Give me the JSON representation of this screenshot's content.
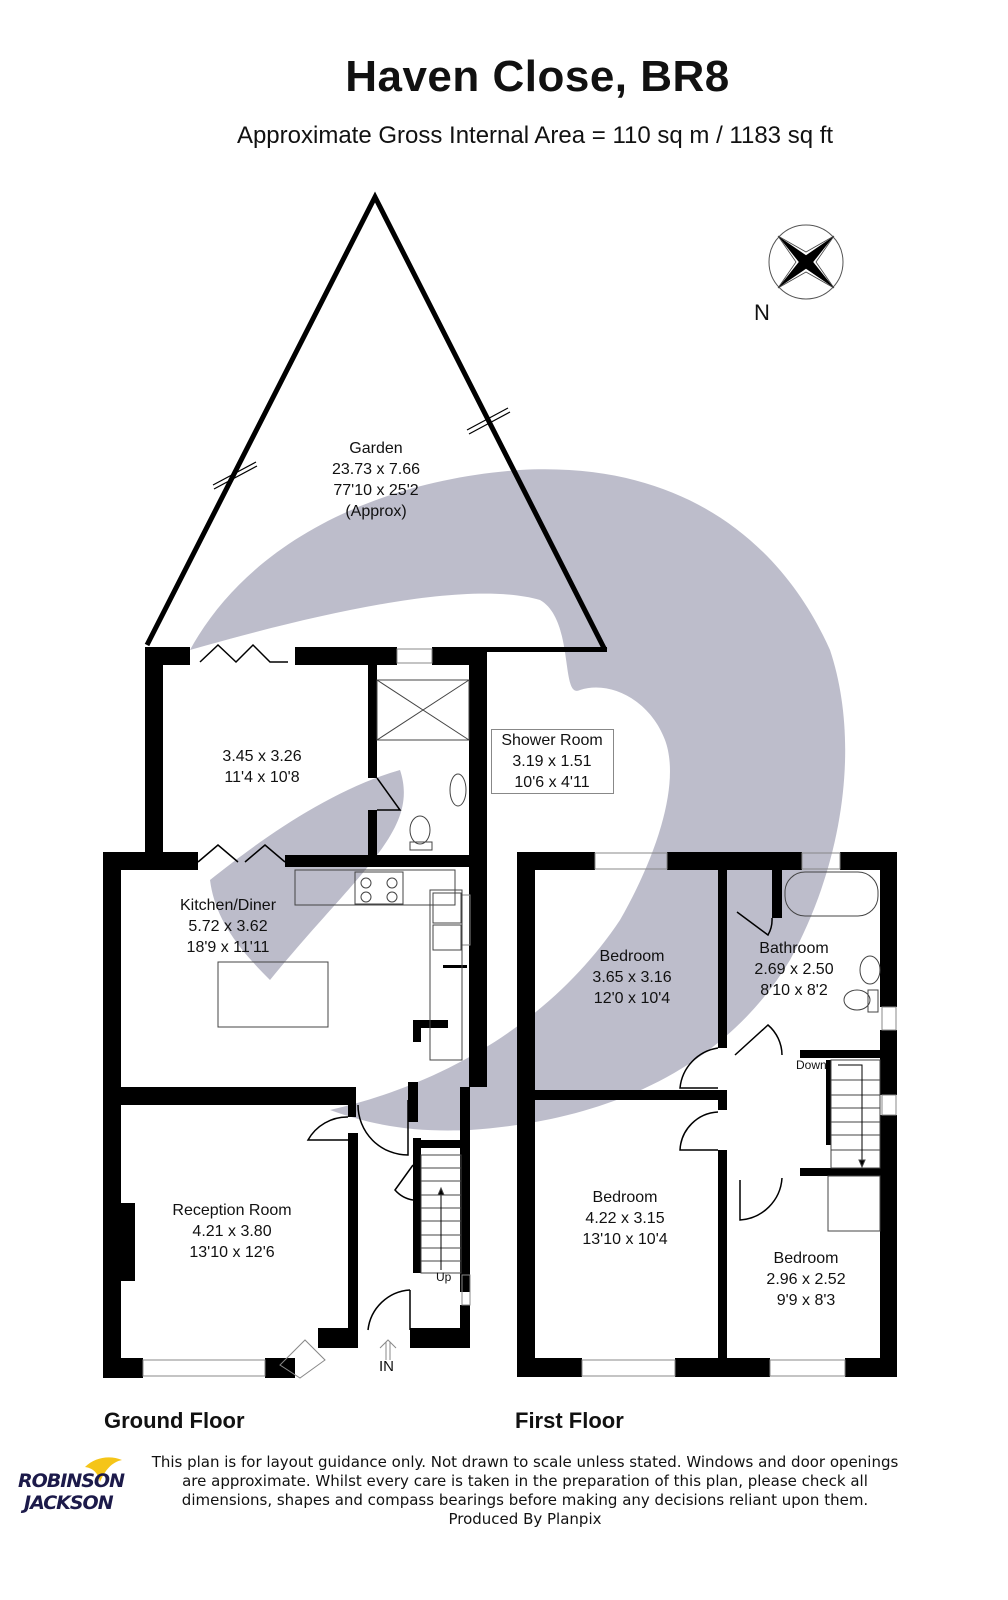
{
  "header": {
    "title": "Haven Close, BR8",
    "subtitle": "Approximate Gross Internal Area = 110 sq m / 1183 sq ft"
  },
  "compass": {
    "label": "N"
  },
  "ground_floor": {
    "label": "Ground Floor",
    "rooms": [
      {
        "name": "Garden",
        "metric": "23.73 x 7.66",
        "imperial": "77'10 x 25'2",
        "note": "(Approx)"
      },
      {
        "name": "",
        "metric": "3.45 x 3.26",
        "imperial": "11'4 x 10'8"
      },
      {
        "name": "Shower Room",
        "metric": "3.19 x 1.51",
        "imperial": "10'6 x 4'11"
      },
      {
        "name": "Kitchen/Diner",
        "metric": "5.72 x 3.62",
        "imperial": "18'9 x 11'11"
      },
      {
        "name": "Reception Room",
        "metric": "4.21 x 3.80",
        "imperial": "13'10 x 12'6"
      }
    ],
    "stairs_label": "Up",
    "entrance_label": "IN"
  },
  "first_floor": {
    "label": "First Floor",
    "rooms": [
      {
        "name": "Bedroom",
        "metric": "3.65 x 3.16",
        "imperial": "12'0 x 10'4"
      },
      {
        "name": "Bathroom",
        "metric": "2.69 x 2.50",
        "imperial": "8'10 x 8'2"
      },
      {
        "name": "Bedroom",
        "metric": "4.22 x 3.15",
        "imperial": "13'10 x 10'4"
      },
      {
        "name": "Bedroom",
        "metric": "2.96 x 2.52",
        "imperial": "9'9 x 8'3"
      }
    ],
    "stairs_label": "Down"
  },
  "footer": {
    "disclaimer_lines": [
      "This plan is for layout guidance only. Not drawn to scale unless stated. Windows and door openings",
      "are approximate. Whilst every care is taken in the preparation of this plan, please check all",
      "dimensions, shapes and compass bearings before making any decisions reliant upon them.",
      "Produced By Planpix"
    ],
    "logo_line1": "ROBINSON",
    "logo_line2": "JACKSON"
  },
  "colors": {
    "wall": "#000000",
    "watermark": "#b9b9c8",
    "logo_navy": "#1c1a4a",
    "logo_yellow": "#f5c518"
  }
}
